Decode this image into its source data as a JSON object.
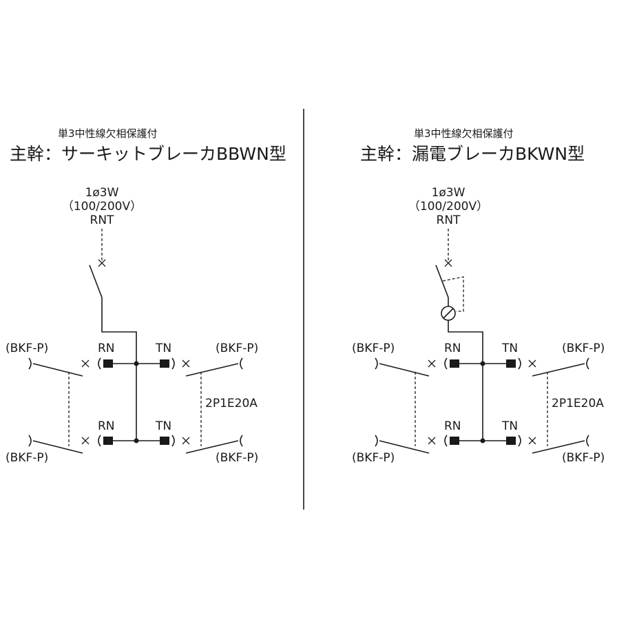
{
  "left": {
    "subtitle": "単3中性線欠相保護付",
    "title": "主幹：サーキットブレーカBBWN型",
    "supply_line1": "1ø3W",
    "supply_line2": "（100/200V）",
    "supply_line3": "RNT",
    "labels": {
      "bkf_tl": "(BKF-P)",
      "bkf_tr": "(BKF-P)",
      "bkf_bl": "(BKF-P)",
      "bkf_br": "(BKF-P)",
      "rn_top": "RN",
      "tn_top": "TN",
      "rn_bot": "RN",
      "tn_bot": "TN",
      "rating": "2P1E20A"
    }
  },
  "right": {
    "subtitle": "単3中性線欠相保護付",
    "title": "主幹：漏電ブレーカBKWN型",
    "supply_line1": "1ø3W",
    "supply_line2": "（100/200V）",
    "supply_line3": "RNT",
    "labels": {
      "bkf_tl": "(BKF-P)",
      "bkf_tr": "(BKF-P)",
      "bkf_bl": "(BKF-P)",
      "bkf_br": "(BKF-P)",
      "rn_top": "RN",
      "tn_top": "TN",
      "rn_bot": "RN",
      "tn_bot": "TN",
      "rating": "2P1E20A"
    }
  }
}
